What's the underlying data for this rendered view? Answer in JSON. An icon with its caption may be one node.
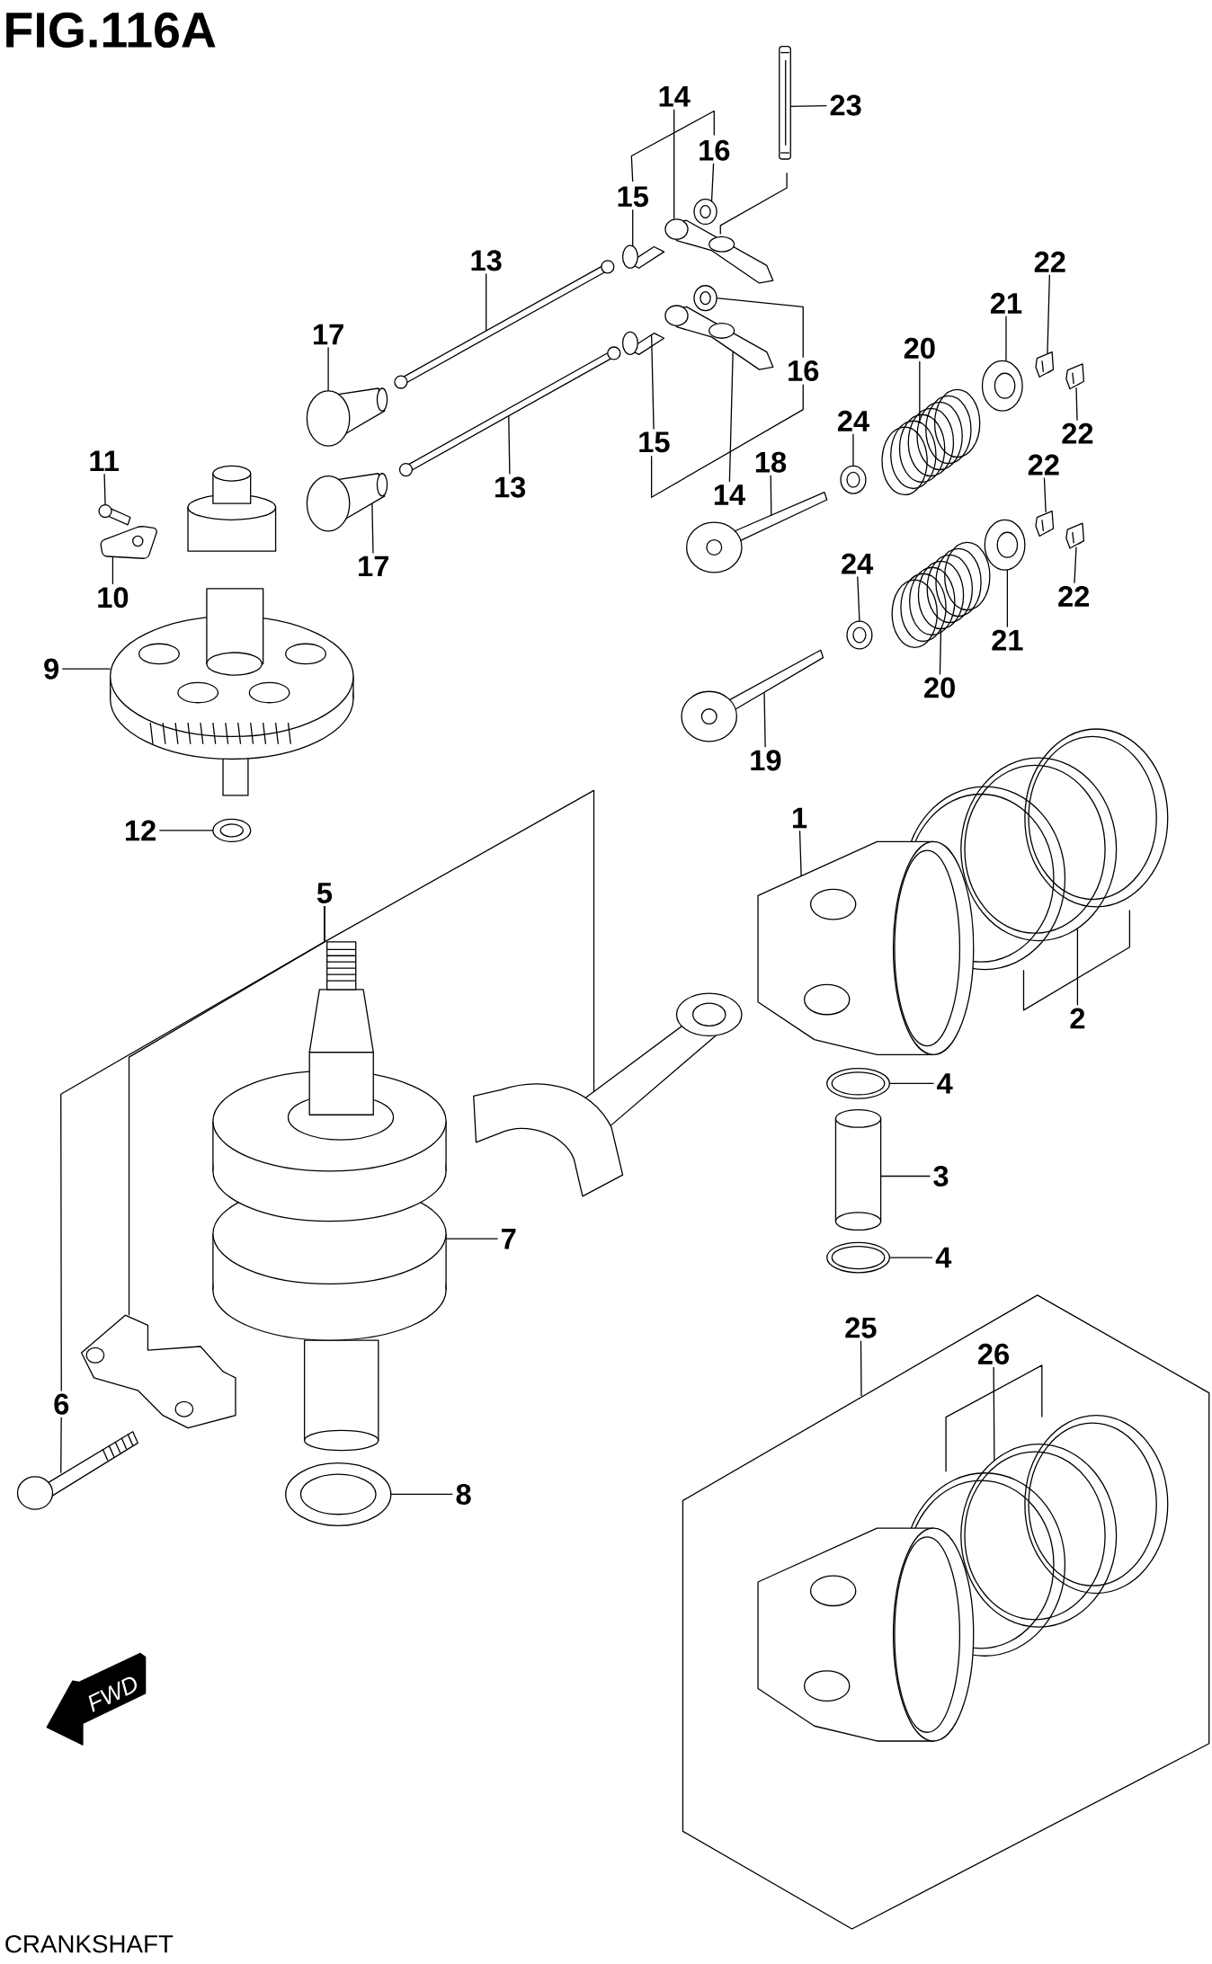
{
  "diagram": {
    "title": "FIG.116A",
    "nodes": [
      {
        "text": [
          "14"
        ]
      },
      {
        "text": [
          "23"
        ]
      },
      {
        "text": [
          "16"
        ]
      },
      {
        "text": [
          "15"
        ]
      },
      {
        "text": [
          "13"
        ]
      },
      {
        "text": [
          "22"
        ]
      },
      {
        "text": [
          "21"
        ]
      },
      {
        "text": [
          "17"
        ]
      },
      {
        "text": [
          "20"
        ]
      },
      {
        "text": [
          "16"
        ]
      },
      {
        "text": [
          "24"
        ]
      },
      {
        "text": [
          "22"
        ]
      },
      {
        "text": [
          "15"
        ]
      },
      {
        "text": [
          "18"
        ]
      },
      {
        "text": [
          "11"
        ]
      },
      {
        "text": [
          "22"
        ]
      },
      {
        "text": [
          "14"
        ]
      },
      {
        "text": [
          "13"
        ]
      },
      {
        "text": [
          "24"
        ]
      },
      {
        "text": [
          "17"
        ]
      },
      {
        "text": [
          "10"
        ]
      },
      {
        "text": [
          "22"
        ]
      },
      {
        "text": [
          "21"
        ]
      },
      {
        "text": [
          "9"
        ]
      },
      {
        "text": [
          "20"
        ]
      },
      {
        "text": [
          "19"
        ]
      },
      {
        "text": [
          "1"
        ]
      },
      {
        "text": [
          "12"
        ]
      },
      {
        "text": [
          "5"
        ]
      },
      {
        "text": [
          "2"
        ]
      },
      {
        "text": [
          "4"
        ]
      },
      {
        "text": [
          "3"
        ]
      },
      {
        "text": [
          "7"
        ]
      },
      {
        "text": [
          "4"
        ]
      },
      {
        "text": [
          "25"
        ]
      },
      {
        "text": [
          "26"
        ],
        "in": 73
      },
      {
        "text": [
          "6"
        ]
      },
      {
        "text": [
          "8"
        ]
      },
      {
        "text": [],
        "shape": "picture"
      },
      {
        "text": [],
        "shape": "picture"
      },
      {
        "text": [],
        "shape": "picture"
      },
      {
        "text": [],
        "shape": "picture"
      },
      {
        "text": [],
        "shape": "picture"
      },
      {
        "text": [],
        "shape": "picture"
      },
      {
        "text": [],
        "shape": "picture"
      },
      {
        "text": [],
        "shape": "picture"
      },
      {
        "text": [],
        "shape": "picture"
      },
      {
        "text": [],
        "shape": "picture"
      },
      {
        "text": [],
        "shape": "picture"
      },
      {
        "text": [],
        "shape": "picture"
      },
      {
        "text": [],
        "shape": "picture"
      },
      {
        "text": [],
        "shape": "picture"
      },
      {
        "text": [],
        "shape": "picture"
      },
      {
        "text": [],
        "shape": "picture"
      },
      {
        "text": [],
        "shape": "picture"
      },
      {
        "text": [],
        "shape": "picture"
      },
      {
        "text": [],
        "shape": "picture"
      },
      {
        "text": [],
        "shape": "picture"
      },
      {
        "text": [],
        "shape": "picture"
      },
      {
        "text": [],
        "shape": "picture"
      },
      {
        "text": [],
        "shape": "picture"
      },
      {
        "text": [],
        "shape": "picture"
      },
      {
        "text": [],
        "shape": "picture"
      },
      {
        "text": [],
        "shape": "picture"
      },
      {
        "text": [],
        "shape": "picture"
      },
      {
        "text": [],
        "shape": "picture"
      },
      {
        "text": [],
        "shape": "picture"
      },
      {
        "text": [],
        "shape": "picture"
      },
      {
        "text": [],
        "shape": "picture"
      },
      {
        "text": [],
        "shape": "picture"
      },
      {
        "text": [],
        "shape": "picture"
      },
      {
        "text": [],
        "shape": "picture"
      },
      {
        "text": [],
        "shape": "picture"
      },
      {
        "text": [],
        "shape": "box"
      },
      {
        "text": [],
        "shape": "picture",
        "in": 73
      },
      {
        "text": [],
        "shape": "picture"
      },
      {
        "text": [],
        "shape": "picture"
      }
    ],
    "edges": [
      {
        "from": 0,
        "to": 39,
        "arrow": "none"
      },
      {
        "from": 1,
        "to": 38,
        "arrow": "none"
      },
      {
        "from": 2,
        "to": 40,
        "arrow": "none"
      },
      {
        "from": 3,
        "to": 41,
        "arrow": "none"
      },
      {
        "from": 4,
        "to": 42,
        "arrow": "none"
      },
      {
        "from": 5,
        "to": 43,
        "arrow": "none"
      },
      {
        "from": 6,
        "to": 44,
        "arrow": "none"
      },
      {
        "from": 7,
        "to": 45,
        "arrow": "none"
      },
      {
        "from": 8,
        "to": 46,
        "arrow": "none"
      },
      {
        "from": 9,
        "to": 47,
        "arrow": "none"
      },
      {
        "from": 10,
        "to": 48,
        "arrow": "none"
      },
      {
        "from": 11,
        "to": 49,
        "arrow": "none"
      },
      {
        "from": 12,
        "to": 50,
        "arrow": "none"
      },
      {
        "from": 13,
        "to": 51,
        "arrow": "none"
      },
      {
        "from": 14,
        "to": 52,
        "arrow": "none"
      },
      {
        "from": 15,
        "to": 53,
        "arrow": "none"
      },
      {
        "from": 16,
        "to": 54,
        "arrow": "none"
      },
      {
        "from": 17,
        "to": 55,
        "arrow": "none"
      },
      {
        "from": 18,
        "to": 56,
        "arrow": "none"
      },
      {
        "from": 19,
        "to": 57,
        "arrow": "none"
      },
      {
        "from": 20,
        "to": 58,
        "arrow": "none"
      },
      {
        "from": 21,
        "to": 59,
        "arrow": "none"
      },
      {
        "from": 22,
        "to": 60,
        "arrow": "none"
      },
      {
        "from": 23,
        "to": 61,
        "arrow": "none"
      },
      {
        "from": 24,
        "to": 62,
        "arrow": "none"
      },
      {
        "from": 25,
        "to": 63,
        "arrow": "none"
      },
      {
        "from": 26,
        "to": 64,
        "arrow": "none"
      },
      {
        "from": 27,
        "to": 65,
        "arrow": "none"
      },
      {
        "from": 28,
        "to": 66,
        "arrow": "none"
      },
      {
        "from": 28,
        "to": 67,
        "arrow": "none"
      },
      {
        "from": 28,
        "to": 36,
        "arrow": "none"
      },
      {
        "from": 29,
        "to": 68,
        "arrow": "none"
      },
      {
        "from": 30,
        "to": 69,
        "arrow": "none"
      },
      {
        "from": 31,
        "to": 70,
        "arrow": "none"
      },
      {
        "from": 32,
        "to": 71,
        "arrow": "none"
      },
      {
        "from": 33,
        "to": 72,
        "arrow": "none"
      },
      {
        "from": 34,
        "to": 73,
        "arrow": "none"
      },
      {
        "from": 35,
        "to": 74,
        "arrow": "none"
      },
      {
        "from": 36,
        "to": 75,
        "arrow": "none"
      },
      {
        "from": 37,
        "to": 76,
        "arrow": "none"
      }
    ],
    "labels": [
      "FWD",
      "CRANKSHAFT"
    ]
  }
}
